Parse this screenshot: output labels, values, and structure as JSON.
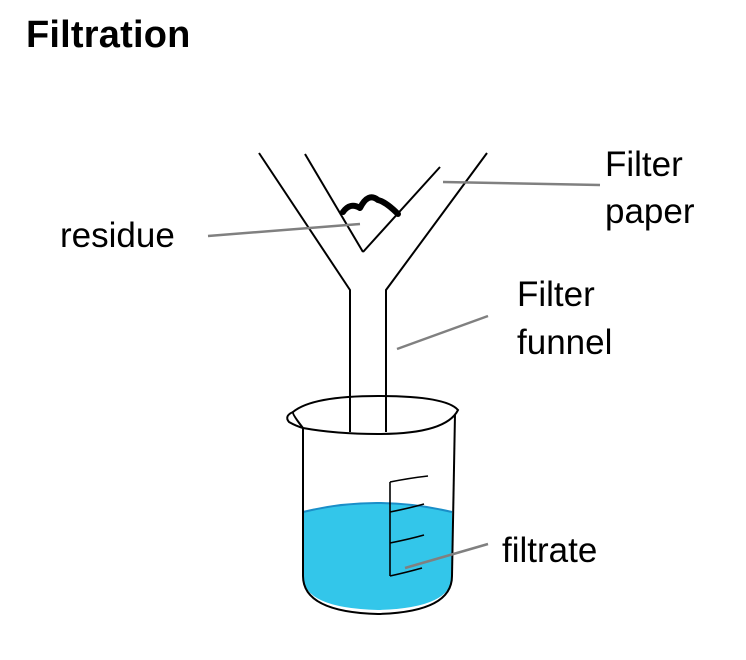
{
  "title": "Filtration",
  "labels": {
    "residue": "residue",
    "filter_paper_line1": "Filter",
    "filter_paper_line2": "paper",
    "filter_funnel_line1": "Filter",
    "filter_funnel_line2": "funnel",
    "filtrate": "filtrate"
  },
  "colors": {
    "liquid": "#33c6ea",
    "liquid_edge": "#1a8ec8",
    "leader_line": "#808080",
    "outline": "#000000"
  }
}
